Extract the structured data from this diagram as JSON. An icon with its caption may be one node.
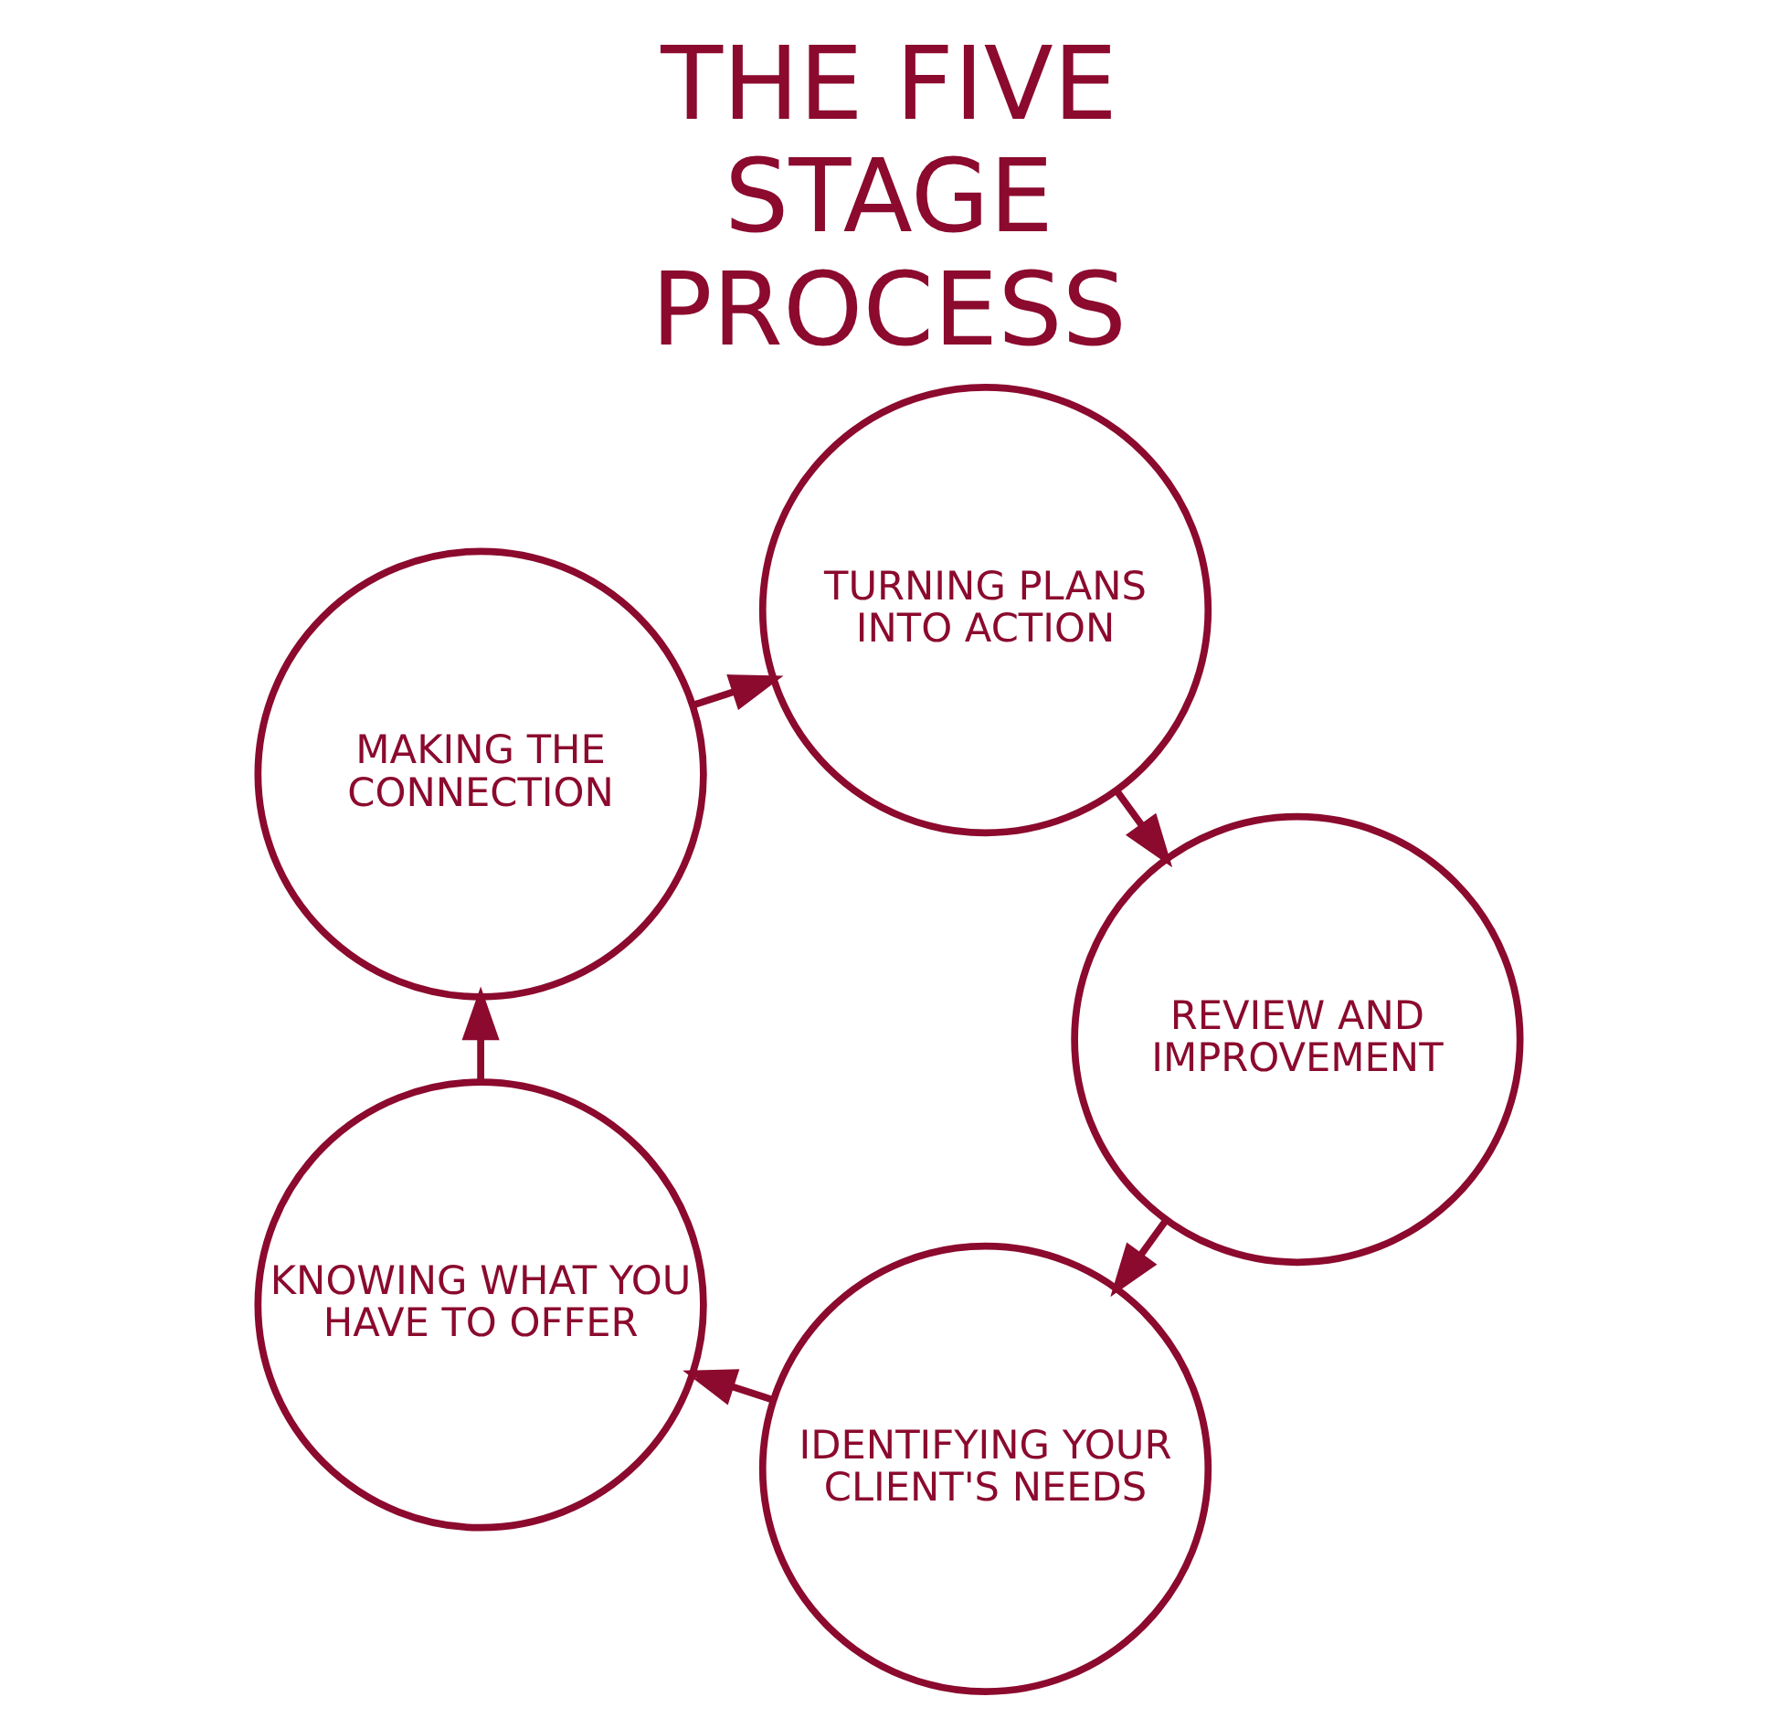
{
  "diagram": {
    "title": "THE FIVE STAGE PROCESS",
    "nodes": [
      {
        "text": [
          "IDENTIFYING YOUR CLIENT'S NEEDS"
        ]
      },
      {
        "text": [
          "KNOWING WHAT YOU HAVE TO OFFER"
        ]
      },
      {
        "text": [
          "MAKING THE CONNECTION"
        ]
      },
      {
        "text": [
          "TURNING PLANS INTO ACTION"
        ]
      },
      {
        "text": [
          "REVIEW AND IMPROVEMENT"
        ]
      }
    ],
    "edges": [
      {
        "from": 0,
        "to": 1,
        "arrow": "to"
      },
      {
        "from": 1,
        "to": 2,
        "arrow": "to"
      },
      {
        "from": 2,
        "to": 3,
        "arrow": "to"
      },
      {
        "from": 3,
        "to": 4,
        "arrow": "to"
      },
      {
        "from": 4,
        "to": 0,
        "arrow": "to"
      }
    ]
  }
}
